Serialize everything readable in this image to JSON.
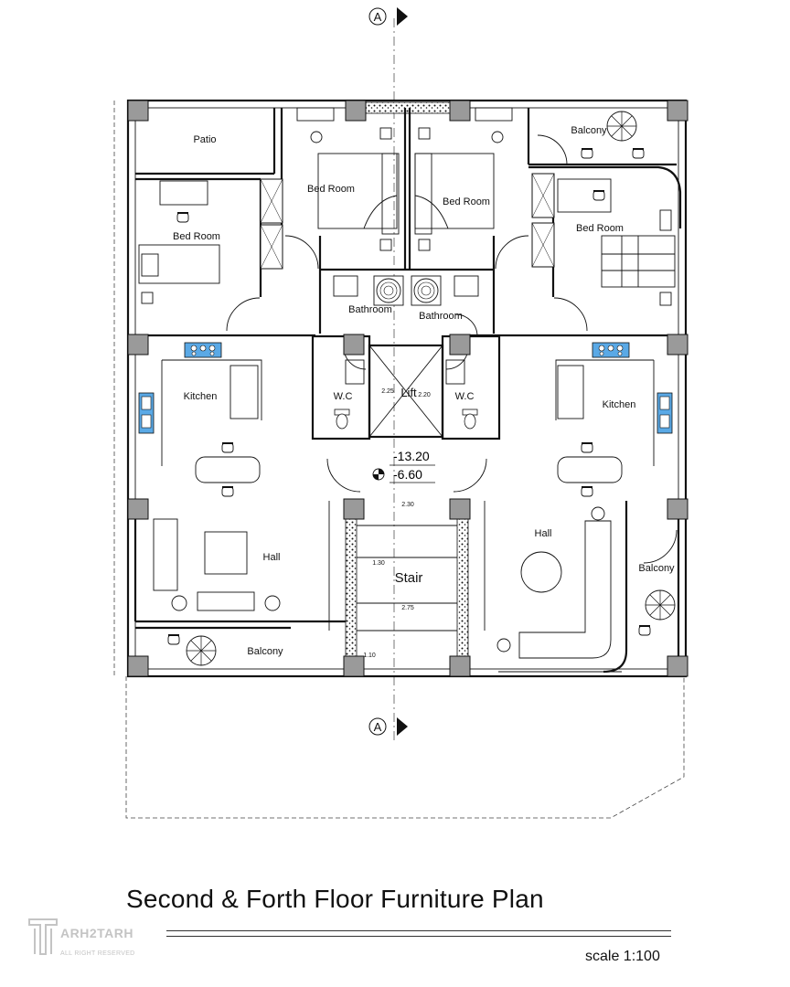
{
  "drawing": {
    "title": "Second & Forth Floor Furniture Plan",
    "scale": "scale 1:100"
  },
  "watermark": {
    "name": "ARH2TARH",
    "subtitle": "ALL RIGHT RESERVED"
  },
  "section_marker": {
    "label": "A"
  },
  "rooms": {
    "patio": "Patio",
    "bedroom_left_small": "Bed Room",
    "bedroom_left_main": "Bed Room",
    "bedroom_right_main": "Bed Room",
    "bedroom_right_small": "Bed Room",
    "balcony_top_right": "Balcony",
    "bathroom_left": "Bathroom",
    "bathroom_right": "Bathroom",
    "kitchen_left": "Kitchen",
    "kitchen_right": "Kitchen",
    "wc_left": "W.C",
    "wc_right": "W.C",
    "lift": "Lift",
    "hall_left": "Hall",
    "hall_right": "Hall",
    "stair": "Stair",
    "balcony_bottom_left": "Balcony",
    "balcony_right": "Balcony"
  },
  "levels": {
    "upper": "13.20",
    "lower": "6.60"
  },
  "dimensions": {
    "lift_w": "2.25",
    "lift_h": "2.20",
    "stair_top": "2.30",
    "stair_mid": "1.30",
    "stair_low": "2.75",
    "stair_bottom": "1.10"
  },
  "colors": {
    "line": "#111111",
    "column": "#9a9a9a",
    "appliance": "#5aa9e6",
    "watermark": "#c4c4c4"
  }
}
